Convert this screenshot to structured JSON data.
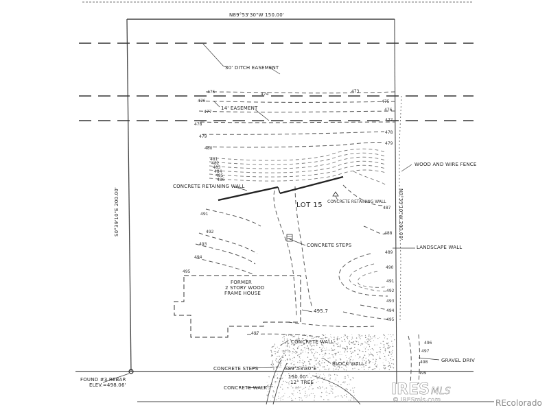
{
  "plat": {
    "bearing_top": "N89°53'30\"W  150.00'",
    "bearing_left": "S0°39'10\"E  200.00'",
    "bearing_right": "N0°39'10\"W  200.00'",
    "bearing_bottom": "S89°53'30\"E",
    "distance_bottom": "150.00'",
    "lot": "LOT 15"
  },
  "labels": {
    "ditch_easement": "30' DITCH EASEMENT",
    "easement_14": "14' EASEMENT",
    "retaining_wall_left": "CONCRETE RETAINING WALL",
    "retaining_wall_right": "CONCRETE RETAINING WALL",
    "wood_fence": "WOOD AND WIRE FENCE",
    "concrete_steps_mid": "CONCRETE STEPS",
    "landscape_wall": "LANDSCAPE WALL",
    "former_house_line1": "FORMER",
    "former_house_line2": "2 STORY WOOD",
    "former_house_line3": "FRAME HOUSE",
    "elevation_mark": "495.7",
    "concrete_wall": "CONCRETE WALL",
    "block_wall": "BLOCK WALL",
    "gravel_drive": "GRAVEL DRIV",
    "concrete_steps_low": "CONCRETE STEPS",
    "concrete_walk": "CONCRETE WALK",
    "found_rebar_line1": "FOUND #3 REBAR",
    "found_rebar_line2": "ELEV.=498.06'",
    "tree": "12\" TREE"
  },
  "contours": {
    "c475": "475",
    "c476": "476",
    "c477": "477",
    "c478": "478",
    "c479": "479",
    "c480": "480",
    "c481": "481",
    "c482": "482",
    "c483": "483",
    "c484": "484",
    "c485": "485",
    "c486": "486",
    "c487": "487",
    "c488": "488",
    "c489": "489",
    "c490": "490",
    "c491": "491",
    "c492": "492",
    "c493": "493",
    "c494": "494",
    "c495": "495",
    "c496": "496",
    "c497": "497",
    "c498": "498",
    "c499": "499",
    "c474": "474",
    "c473": "473"
  },
  "watermark": {
    "brand": "IRES",
    "mls": "MLS",
    "site": "© IRESmls.com",
    "credit": "REcolorado"
  }
}
